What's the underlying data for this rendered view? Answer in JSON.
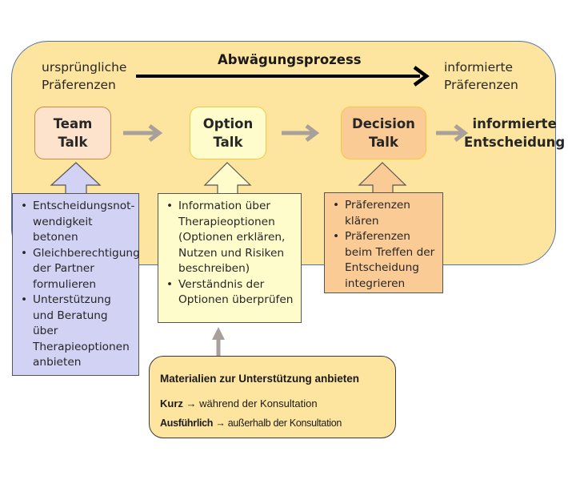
{
  "diagram": {
    "process_label": "Abwägungsprozess",
    "start_label": [
      "ursprüngliche",
      "Präferenzen"
    ],
    "end_label": [
      "informierte",
      "Präferenzen"
    ],
    "stages": [
      {
        "id": "team",
        "title": [
          "Team",
          "Talk"
        ],
        "color": "#fde3cc",
        "border": "#c88a45",
        "items": [
          "Entscheidungsnot-wendigkeit betonen",
          "Gleichberechtigung der Partner formulieren",
          "Unterstützung und Beratung über Therapieoptionen anbieten"
        ],
        "box_color": "#d2d2f4"
      },
      {
        "id": "option",
        "title": [
          "Option",
          "Talk"
        ],
        "color": "#fffccc",
        "border": "#f3c845",
        "items": [
          "Information über Therapieoptionen (Optionen erklären, Nutzen und Risiken beschreiben)",
          "Verständnis der Optionen überprüfen"
        ],
        "box_color": "#fffccc"
      },
      {
        "id": "decision",
        "title": [
          "Decision",
          "Talk"
        ],
        "color": "#fbcb96",
        "border": "#f3c845",
        "items": [
          "Präferenzen klären",
          "Präferenzen beim Treffen der Entscheidung integrieren"
        ],
        "box_color": "#fbcb96"
      }
    ],
    "outcome": [
      "informierte",
      "Entscheidung"
    ],
    "materials": {
      "title": "Materialien zur Unterstützung anbieten",
      "rows": [
        {
          "label": "Kurz",
          "arrow": "→",
          "text": "während der Konsultation"
        },
        {
          "label": "Ausführlich",
          "arrow": "→",
          "text": "außerhalb der Konsultation"
        }
      ]
    },
    "colors": {
      "panel": "#fde59f",
      "panel_border": "#4f74a6",
      "flow_arrow": "#a6a6a6",
      "process_arrow": "#000000"
    }
  }
}
